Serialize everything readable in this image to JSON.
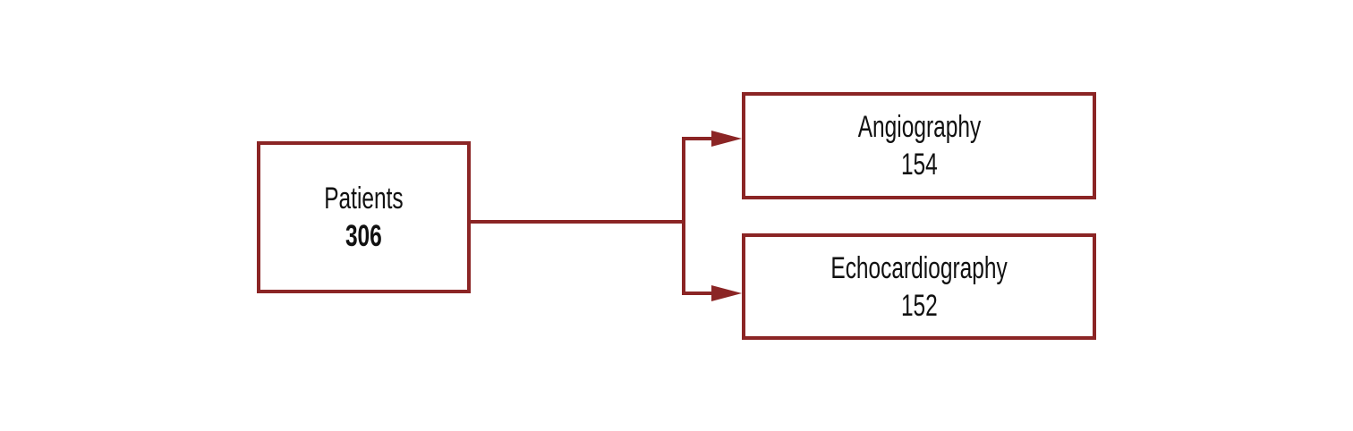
{
  "nodes": {
    "patients": {
      "label": "Patients",
      "count": "306"
    },
    "angiography": {
      "label": "Angiography",
      "count": "154"
    },
    "echocardiography": {
      "label": "Echocardiography",
      "count": "152"
    }
  },
  "colors": {
    "stroke": "#8b2525",
    "text": "#111111"
  }
}
